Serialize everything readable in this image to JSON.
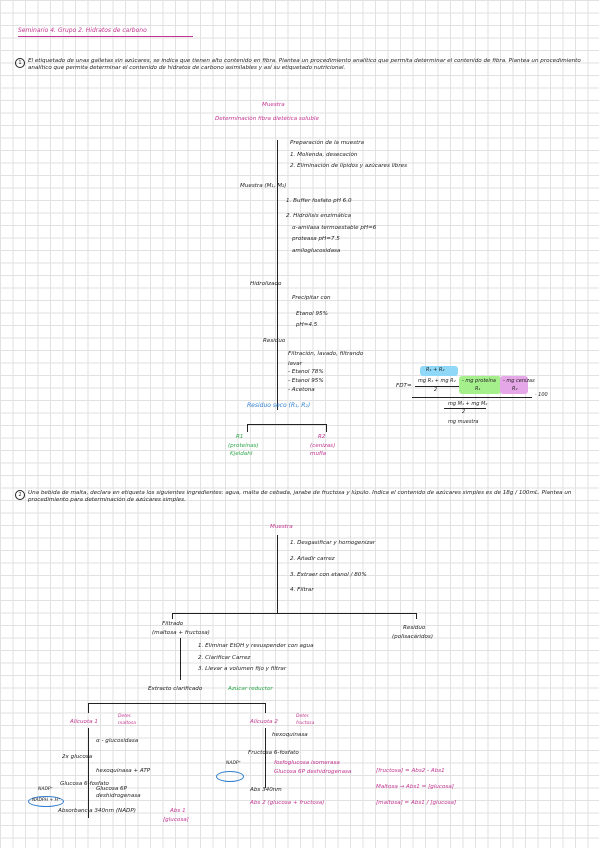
{
  "header": {
    "title": "Seminario 4. Grupo 2. Hidratos de carbono"
  },
  "q1": {
    "number": "1",
    "text": "El etiquetado de unas galletas sin azúcares, se indica que tienen alto contenido en fibra. Plantea un procedimiento analítico que permita determinar el contenido de fibra. Plantea un procedimiento analítico que permita determinar el contenido de hidratos de carbono asimilables y así su etiquetado nutricional.",
    "muestra": "Muestra",
    "determinacion": "Determinación fibra dietética soluble",
    "prep_title": "Preparación de la muestra",
    "prep_1": "1. Molienda, desecación",
    "prep_2": "2. Eliminación de lípidos y azúcares libres",
    "muestra_m": "Muestra (M₁, M₂)",
    "step_1": "1. Buffer fosfato pH 6.0",
    "step_2_a": "2. Hidrólisis enzimática",
    "step_2_b": "α-amilasa termoestable pH=6",
    "step_2_c": "proteasa pH=7.5",
    "step_2_d": "amiloglucosidasa",
    "hidrolizado": "Hidrolizado",
    "precip_a": "Precipitar con",
    "precip_b": "Etanol 95%",
    "precip_c": "pH=4.5",
    "residuo": "Residuo",
    "filt_a": "Filtración, lavado, filtrando",
    "filt_b": "lavar",
    "filt_c": "- Etanol 78%",
    "filt_d": "- Etanol 95%",
    "filt_e": "- Acetona",
    "residuo_seco": "Residuo seco (R₁, R₂)",
    "r1_title": "R1",
    "r1_a": "(proteínas)",
    "r1_b": "Kjeldahl",
    "r2_title": "R2",
    "r2_a": "(cenizas)",
    "r2_b": "mufla",
    "fdt_label": "FDT=",
    "formula_top": "R₁ + R₂",
    "formula_num": "mg R₁ + mg R₂",
    "formula_den": "2",
    "formula_prot": "- mg proteína",
    "formula_prot_d": "R₁",
    "formula_cen": "- mg cenizas",
    "formula_cen_d": "R₂",
    "formula_b": "mg M₁ + mg M₂",
    "formula_b_den": "2",
    "formula_muestra": "mg muestra",
    "formula_end": "· 100"
  },
  "q2": {
    "number": "2",
    "text": "Una bebida de malta, declara en etiqueta los siguientes ingredientes: agua, malta de cebada, jarabe de fructosa y lúpulo. Indica el contenido de azúcares simples es de 18g / 100mL. Plantea un procedimiento para determinación de azúcares simples.",
    "muestra": "Muestra",
    "p1": "1. Desgasificar y homogenizar",
    "p2": "2. Añadir carrez",
    "p3": "3. Extraer con etanol / 80%",
    "p4": "4. Filtrar",
    "filtrado": "Filtrado",
    "filtrado_b": "(maltosa + fructosa)",
    "residuo": "Residuo",
    "residuo_b": "(polisacáridos)",
    "f1": "1. Eliminar EtOH y resuspender con agua",
    "f2": "2. Clarificar Carrez",
    "f3": "3. Llevar a volumen fijo y filtrar",
    "extracto": "Extracto clarificado",
    "extracto_b": "Azúcar reductor",
    "alicuota1": "Alícuota 1",
    "alicuota1_det": "Deter. maltosa",
    "alicuota2": "Alícuota 2",
    "alicuota2_det": "Deter. fructosa",
    "a1_enz": "α - glucosidasa",
    "a1_gluc": "2x glucosa",
    "a1_hex": "hexoquinasa + ATP",
    "a1_g6p": "Glucosa 6-fosfato",
    "a1_g6pdh": "Glucosa 6P deshidrogenasa",
    "a1_nadp": "NADP⁺",
    "a1_nadph": "NADPH + H⁺",
    "a1_abs": "Absorbancia 340nm (NADP)",
    "a1_res": "Abs 1",
    "a1_res_b": "[glucosa]",
    "a2_enz": "hexoquinasa",
    "a2_f6p": "Fructosa 6-fosfato",
    "a2_pgi": "fosfoglucosa isomerasa",
    "a2_g6p": "Glucosa 6P deshidrogenasa",
    "a2_nadp": "NADP⁺",
    "a2_abs": "Abs 340nm",
    "a2_res": "Abs 2 (glucosa + fructosa)",
    "eq1": "[fructosa] = Abs2 - Abs1",
    "eq2": "Maltosa → Abs1 = [glucosa]",
    "eq3": "[maltosa] = Abs1 / [glucosa]"
  }
}
